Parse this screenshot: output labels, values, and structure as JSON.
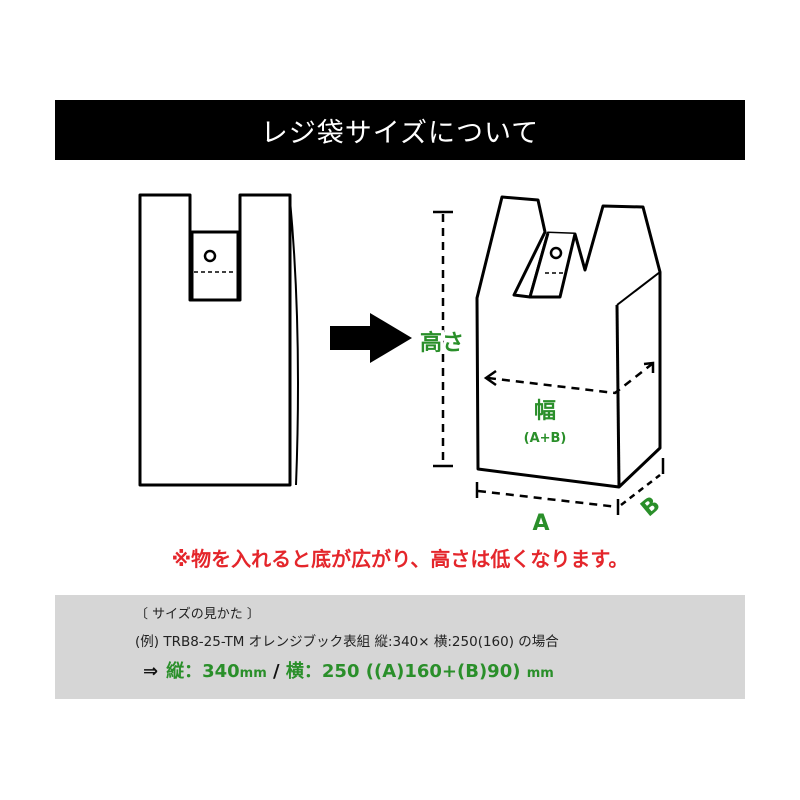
{
  "title": "レジ袋サイズについて",
  "diagram": {
    "height_label": "高さ",
    "width_label": "幅",
    "width_sub": "(A+B)",
    "a_label": "A",
    "b_label": "B"
  },
  "note": "※物を入れると底が広がり、高さは低くなります。",
  "howto": {
    "heading": "〔 サイズの見かた 〕",
    "example": "(例)  TRB8-25-TM  オレンジブック表組  縦:340× 横:250(160) の場合",
    "arrow": "⇒",
    "result_h": "縦：340",
    "unit1": "mm",
    "sep": "/",
    "result_w": "横：250 ((A)160+(B)90)",
    "unit2": "mm"
  },
  "colors": {
    "green": "#2a8f2a",
    "red": "#e4262b",
    "gray": "#d6d6d6"
  }
}
